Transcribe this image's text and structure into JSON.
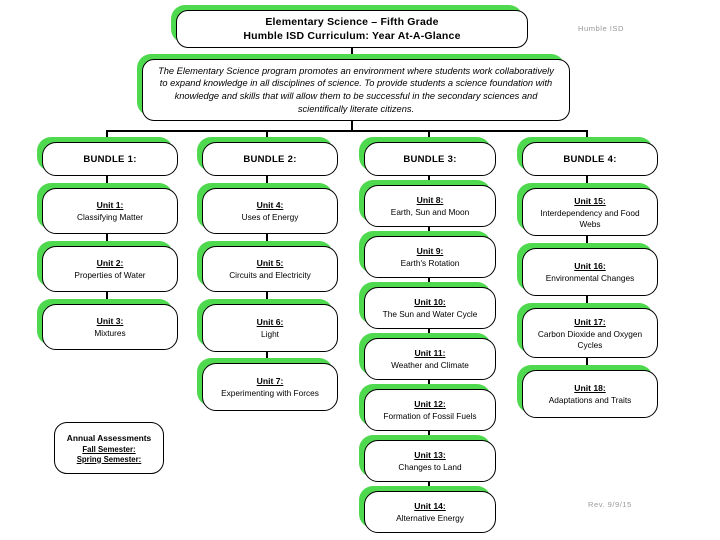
{
  "document": {
    "header_note": "Humble ISD",
    "footer_note": "Rev. 9/9/15",
    "title_line_1": "Elementary Science – Fifth Grade",
    "title_line_2": "Humble ISD Curriculum: Year At-A-Glance",
    "description": "The Elementary Science program promotes an environment where students work collaboratively to expand knowledge in all disciplines of science. To provide students a science foundation with knowledge and skills that will allow them to be successful in the secondary sciences and scientifically literate citizens."
  },
  "colors": {
    "shadow_green": "#4FD94F",
    "outline": "#000000",
    "box_fill": "#FFFFFF",
    "note_gray": "#9A9A9A"
  },
  "bundles": [
    {
      "label": "BUNDLE 1:",
      "units": [
        {
          "number": "Unit 1:",
          "title": "Classifying Matter"
        },
        {
          "number": "Unit 2:",
          "title": "Properties of Water"
        },
        {
          "number": "Unit 3:",
          "title": "Mixtures"
        }
      ]
    },
    {
      "label": "BUNDLE 2:",
      "units": [
        {
          "number": "Unit 4:",
          "title": "Uses of Energy"
        },
        {
          "number": "Unit 5:",
          "title": "Circuits and Electricity"
        },
        {
          "number": "Unit 6:",
          "title": "Light"
        },
        {
          "number": "Unit 7:",
          "title": "Experimenting with Forces"
        }
      ]
    },
    {
      "label": "BUNDLE 3:",
      "units": [
        {
          "number": "Unit 8:",
          "title": "Earth, Sun and Moon"
        },
        {
          "number": "Unit 9:",
          "title": "Earth's Rotation"
        },
        {
          "number": "Unit 10:",
          "title": "The Sun and Water Cycle"
        },
        {
          "number": "Unit 11:",
          "title": "Weather and Climate"
        },
        {
          "number": "Unit 12:",
          "title": "Formation of Fossil Fuels"
        },
        {
          "number": "Unit 13:",
          "title": "Changes to Land"
        },
        {
          "number": "Unit 14:",
          "title": "Alternative Energy"
        }
      ]
    },
    {
      "label": "BUNDLE 4:",
      "units": [
        {
          "number": "Unit 15:",
          "title": "Interdependency and Food Webs"
        },
        {
          "number": "Unit 16:",
          "title": "Environmental Changes"
        },
        {
          "number": "Unit 17:",
          "title": "Carbon Dioxide and Oxygen Cycles"
        },
        {
          "number": "Unit 18:",
          "title": "Adaptations and Traits"
        }
      ]
    }
  ],
  "assessments": {
    "title": "Annual Assessments",
    "fall": "Fall Semester:",
    "spring": "Spring Semester:"
  }
}
